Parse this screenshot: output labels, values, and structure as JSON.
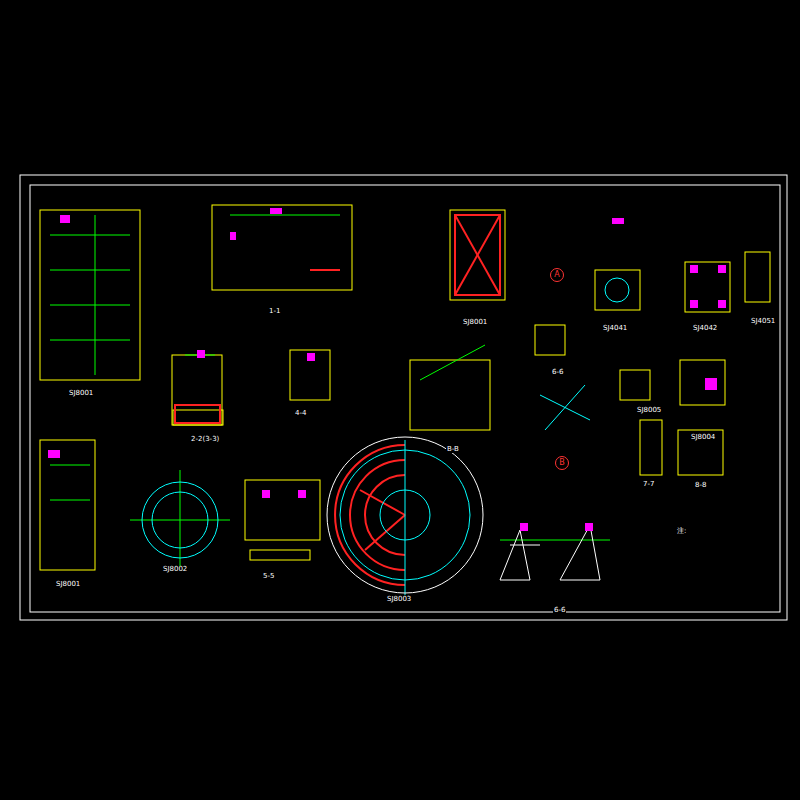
{
  "diagram": {
    "nodes": [
      {
        "text": [
          "A"
        ]
      },
      {
        "text": [
          "B"
        ]
      }
    ],
    "labels": [
      "1-1",
      "2-2(3-3)",
      "4-4",
      "B-B",
      "5-5",
      "6-6",
      "6-6",
      "7-7",
      "8-8",
      "SJ8001",
      "SJ8001",
      "SJ8002",
      "SJ8003",
      "SJ8004",
      "SJ8005",
      "SJ4041",
      "SJ4042",
      "SJ4051",
      "SJ8001",
      "注:"
    ]
  }
}
